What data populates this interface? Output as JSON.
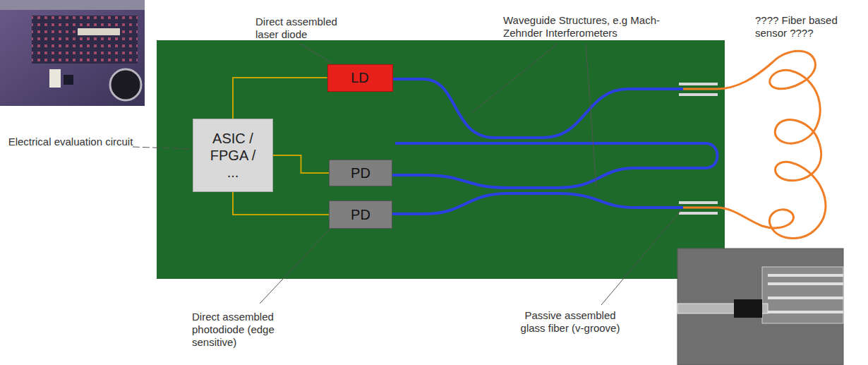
{
  "diagram": {
    "nodes": [
      {
        "text": [
          "ASIC / FPGA / ..."
        ]
      },
      {
        "text": [
          "LD"
        ]
      },
      {
        "text": [
          "PD"
        ]
      },
      {
        "text": [
          "PD"
        ]
      }
    ],
    "edges": [
      {
        "from": 0,
        "to": 1,
        "arrow": "none"
      },
      {
        "from": 0,
        "to": 2,
        "arrow": "none"
      },
      {
        "from": 0,
        "to": 3,
        "arrow": "none"
      }
    ],
    "labels": [
      "Direct assembled laser diode",
      "Waveguide Structures, e.g Mach- Zehnder Interferometers",
      "???? Fiber based sensor ????",
      "Electrical evaluation circuit",
      "Direct assembled photodiode (edge sensitive)",
      "Passive assembled glass fiber (v-groove)"
    ]
  }
}
